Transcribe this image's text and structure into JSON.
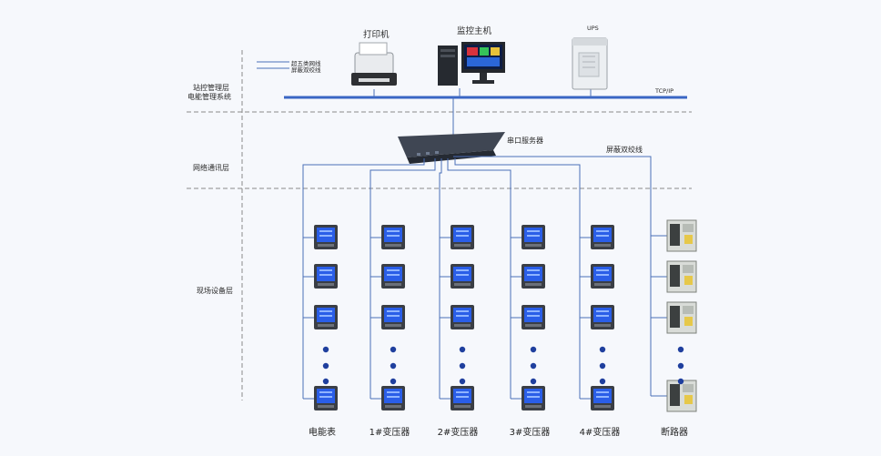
{
  "layers": {
    "station": "站控管理层",
    "system": "电能管理系统",
    "network": "网络通讯层",
    "field": "现场设备层"
  },
  "legend": {
    "cat5": "超五类网线",
    "shielded": "屏蔽双绞线"
  },
  "devices": {
    "printer": "打印机",
    "host": "监控主机",
    "ups": "UPS",
    "bus": "TCP/IP",
    "serial_server": "串口服务器",
    "shielded_line": "屏蔽双绞线"
  },
  "columns": [
    "电能表",
    "1#变压器",
    "2#变压器",
    "3#变压器",
    "4#变压器",
    "断路器"
  ],
  "colors": {
    "bus": "#3a66c4",
    "line": "#4a6fb8",
    "meter_screen": "#2a5ee8",
    "dot": "#1f3f9e",
    "dash": "#8a8a8a"
  }
}
